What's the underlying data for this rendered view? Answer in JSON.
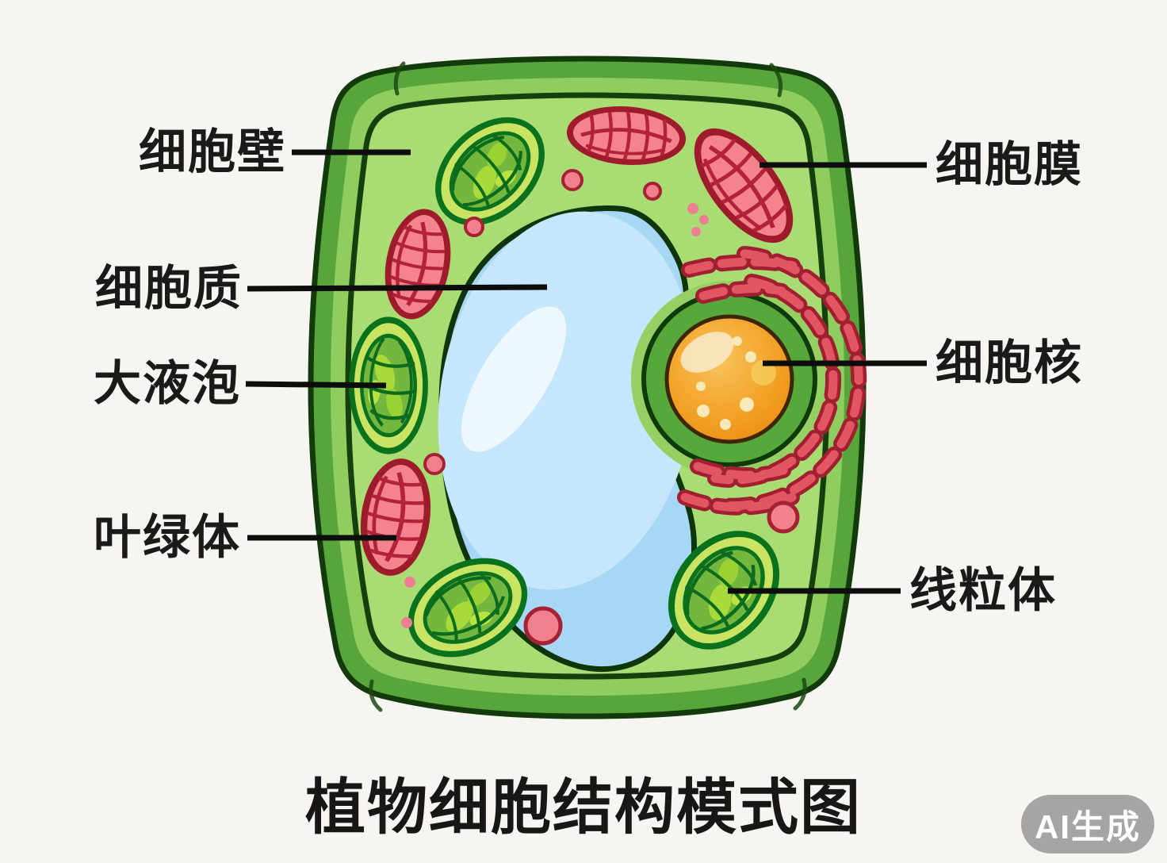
{
  "title": {
    "text": "植物细胞结构模式图"
  },
  "watermark": {
    "text": "AI生成"
  },
  "labels": [
    {
      "id": "cell-wall",
      "text": "细胞壁",
      "side": "left"
    },
    {
      "id": "cytoplasm",
      "text": "细胞质",
      "side": "left"
    },
    {
      "id": "vacuole",
      "text": "大液泡",
      "side": "left"
    },
    {
      "id": "chloroplast",
      "text": "叶绿体",
      "side": "left"
    },
    {
      "id": "cell-membrane",
      "text": "细胞膜",
      "side": "right"
    },
    {
      "id": "nucleus",
      "text": "细胞核",
      "side": "right"
    },
    {
      "id": "mitochondrion",
      "text": "线粒体",
      "side": "right"
    }
  ],
  "diagram": {
    "type": "plant-cell-structure"
  },
  "colors": {
    "background": "#f6f5f2",
    "cell_wall": "#58a53c",
    "wall_inner_band": "#8fcd5e",
    "cytoplasm": "#a9dc72",
    "membrane_line": "#173f0e",
    "vacuole": "#a6d7f5",
    "vacuole_highlight": "#c5e6fb",
    "vacuole_gloss": "#ecf7fe",
    "nucleus_halo": "#96d065",
    "nucleus_ring": "#57a83a",
    "nucleus_fill": "#f3a224",
    "nucleus_outline": "#3d2706",
    "chloroplast_ring": "#c9e463",
    "chloroplast_inner": "#74b73e",
    "chloroplast_line": "#0a711d",
    "mitochondrion_fill": "#f4838e",
    "mitochondrion_outline": "#9e1b2c",
    "er_dash_core": "#e25563",
    "er_dash_casing": "#a01f30",
    "dot_pink": "#ef808c",
    "connector": "#0d0d0d",
    "label_text": "#1a1a1a"
  }
}
